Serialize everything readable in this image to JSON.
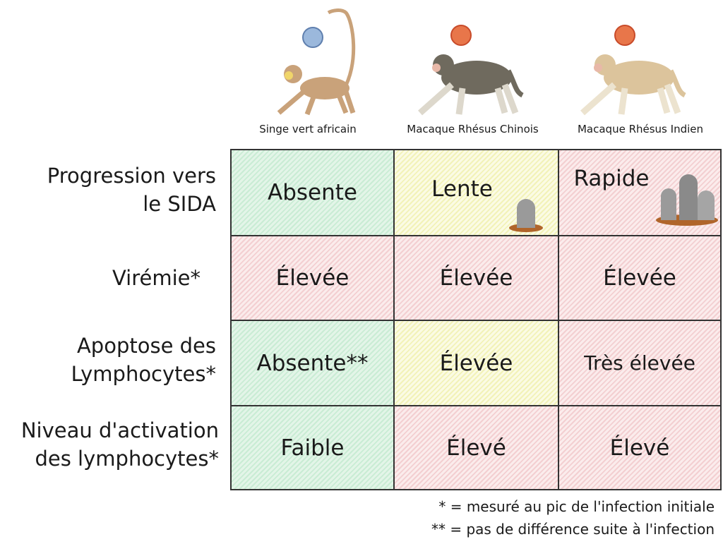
{
  "columns": [
    {
      "label": "Singe vert africain",
      "virus_color": "#9bb8dc",
      "fur_color": "#c9a27a"
    },
    {
      "label": "Macaque Rhésus Chinois",
      "virus_color": "#e8764a",
      "fur_color": "#6f6a5e"
    },
    {
      "label": "Macaque Rhésus Indien",
      "virus_color": "#e8764a",
      "fur_color": "#dcc49c"
    }
  ],
  "rows": [
    {
      "label": "Progression vers\nle SIDA",
      "cells": [
        {
          "text": "Absente",
          "color": "green"
        },
        {
          "text": "Lente",
          "color": "yellow"
        },
        {
          "text": "Rapide",
          "color": "red"
        }
      ]
    },
    {
      "label": "Virémie*",
      "cells": [
        {
          "text": "Élevée",
          "color": "red"
        },
        {
          "text": "Élevée",
          "color": "red"
        },
        {
          "text": "Élevée",
          "color": "red"
        }
      ]
    },
    {
      "label": "Apoptose des\nLymphocytes*",
      "cells": [
        {
          "text": "Absente**",
          "color": "green"
        },
        {
          "text": "Élevée",
          "color": "yellow"
        },
        {
          "text": "Très élevée",
          "color": "red"
        }
      ]
    },
    {
      "label": "Niveau d'activation\ndes lymphocytes*",
      "cells": [
        {
          "text": "Faible",
          "color": "green"
        },
        {
          "text": "Élevé",
          "color": "red"
        },
        {
          "text": "Élevé",
          "color": "red"
        }
      ]
    }
  ],
  "footnotes": [
    "* = mesuré au pic de l'infection initiale",
    "** = pas de différence suite à l'infection"
  ]
}
